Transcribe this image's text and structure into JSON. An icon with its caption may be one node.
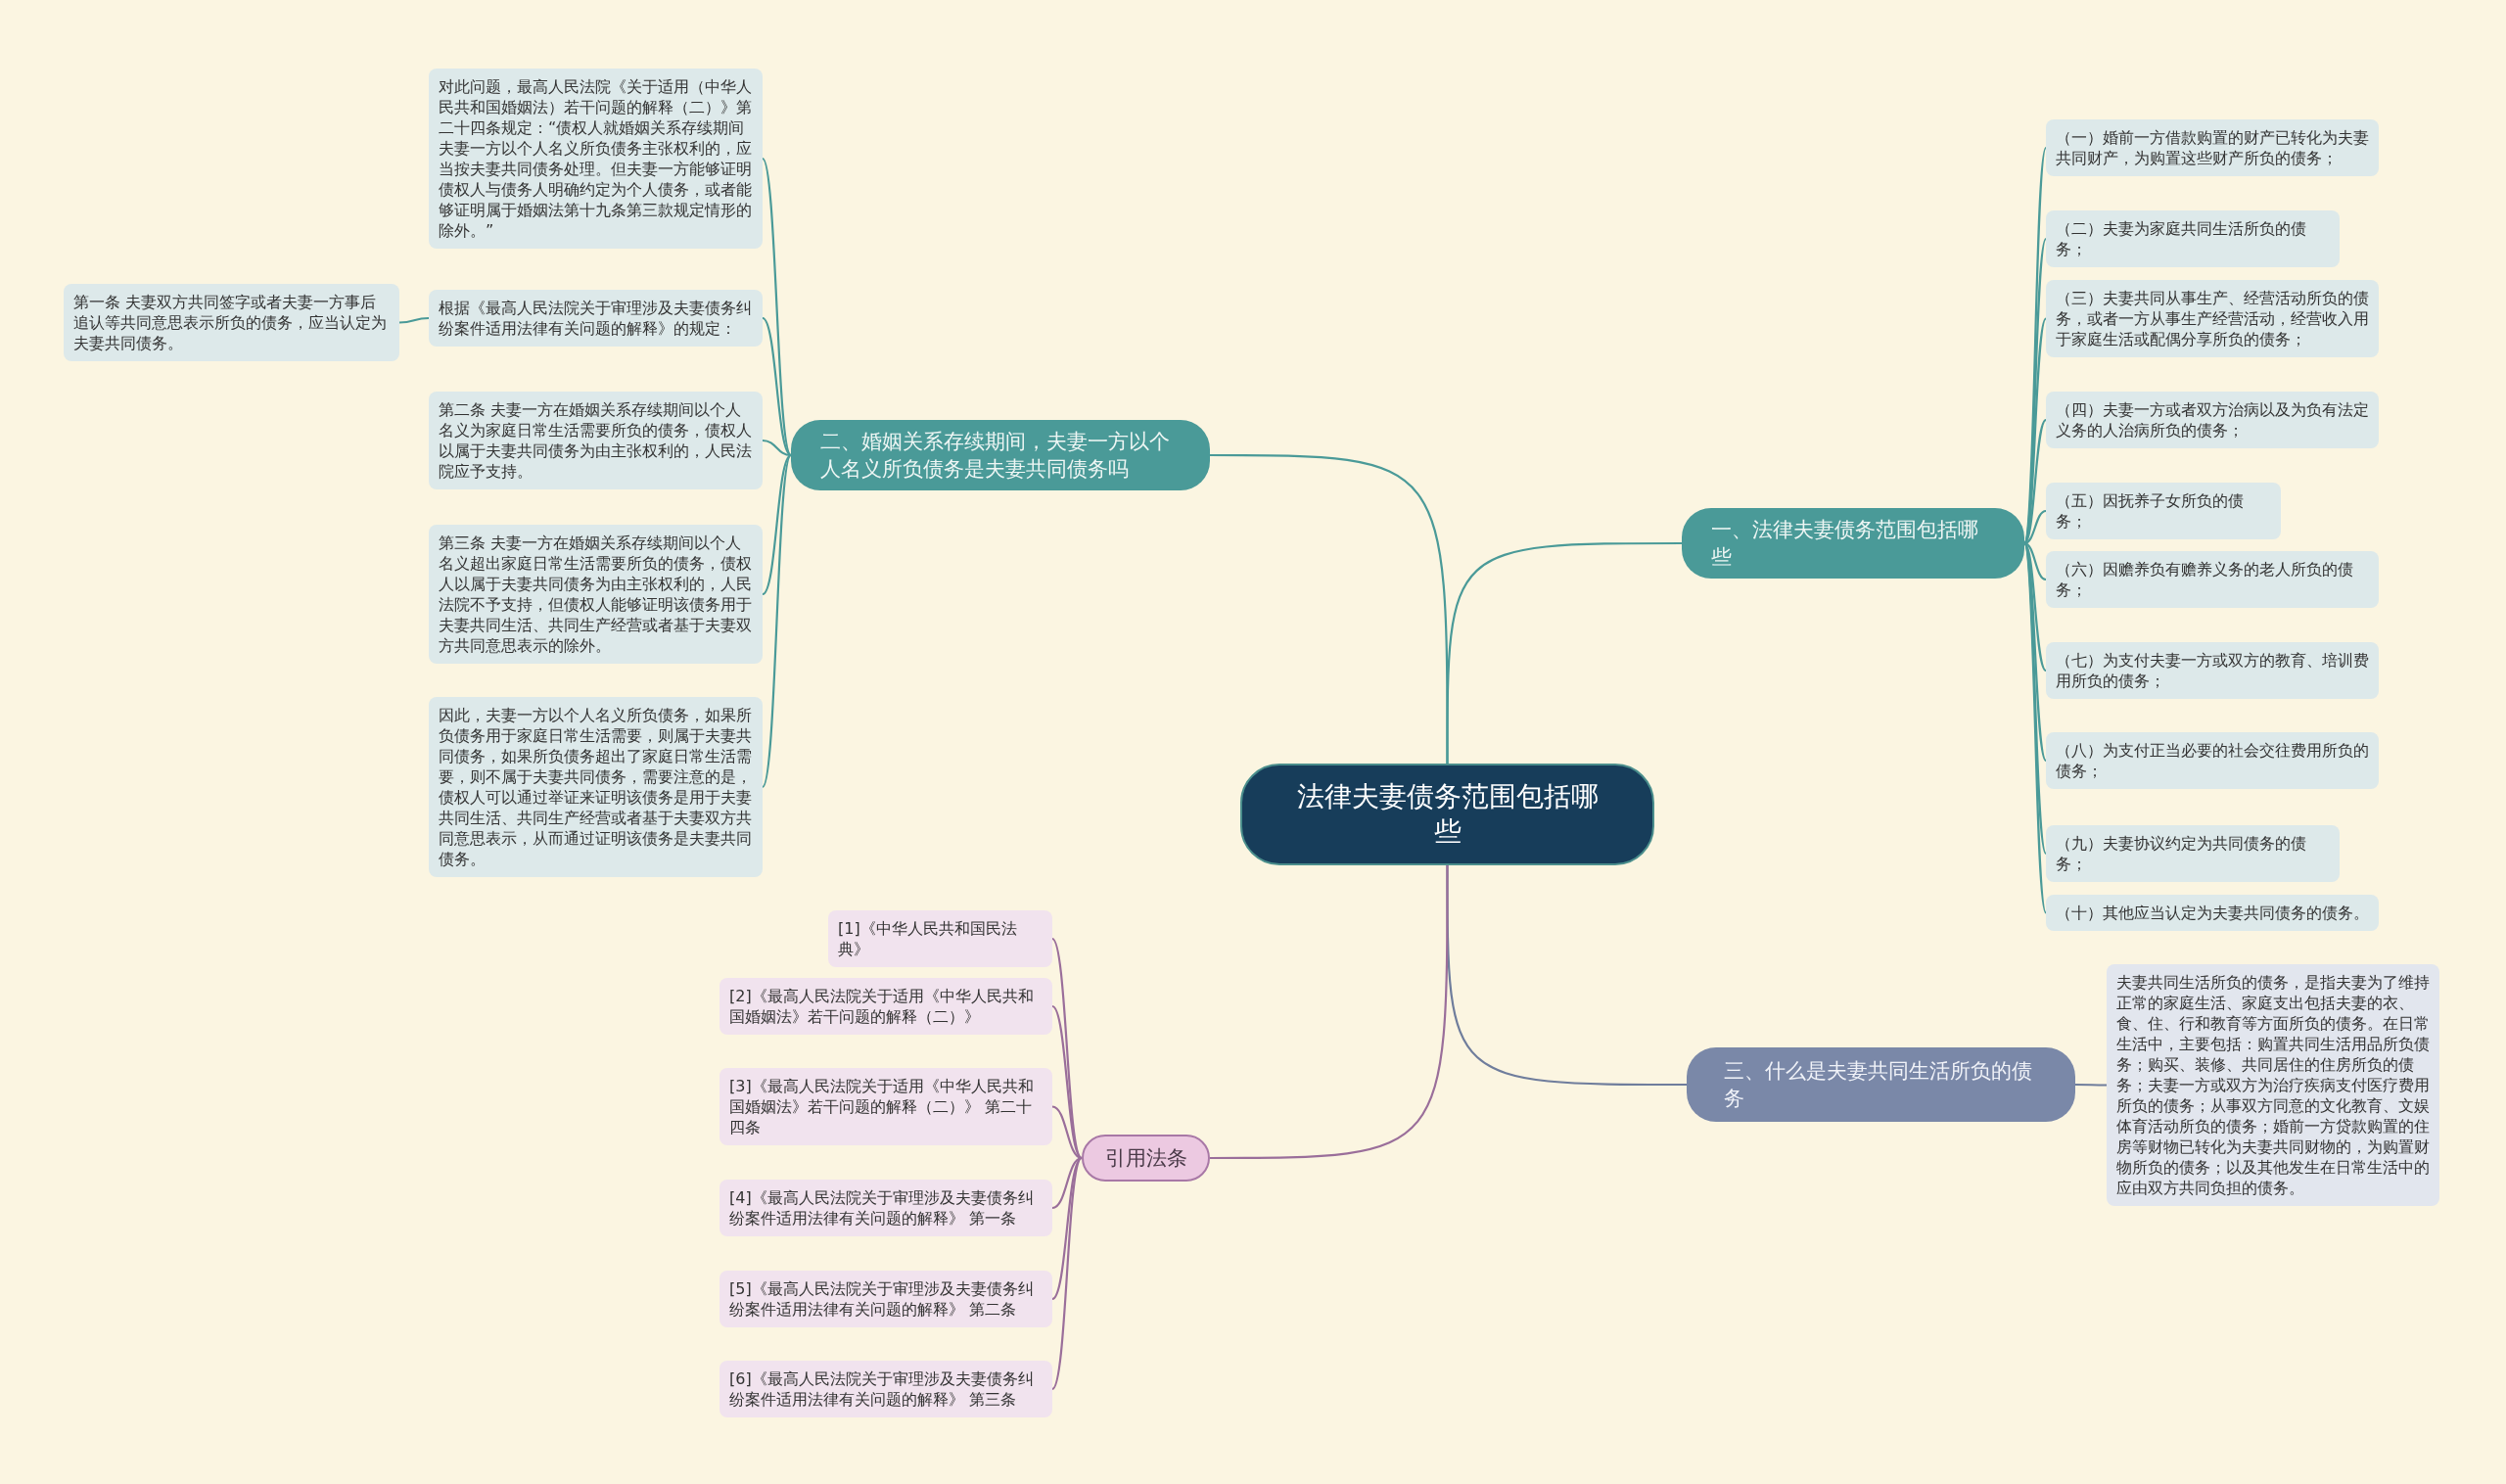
{
  "diagram": {
    "nodes": [
      {
        "text": [
          "法律夫妻债务范围包括哪些"
        ]
      },
      {
        "text": [
          "二、婚姻关系存续期间，夫妻一方以个人名义所负债务是夫妻共同债务吗"
        ]
      },
      {
        "text": [
          "对此问题，最高人民法院《关于适用（中华人民共和国婚姻法）若干问题的解释（二）》第二十四条规定：“债权人就婚姻关系存续期间夫妻一方以个人名义所负债务主张权利的，应当按夫妻共同债务处理。但夫妻一方能够证明债权人与债务人明确约定为个人债务，或者能够证明属于婚姻法第十九条第三款规定情形的除外。”"
        ]
      },
      {
        "text": [
          "根据《最高人民法院关于审理涉及夫妻债务纠纷案件适用法律有关问题的解释》的规定："
        ]
      },
      {
        "text": [
          "第二条 夫妻一方在婚姻关系存续期间以个人名义为家庭日常生活需要所负的债务，债权人以属于夫妻共同债务为由主张权利的，人民法院应予支持。"
        ]
      },
      {
        "text": [
          "第三条 夫妻一方在婚姻关系存续期间以个人名义超出家庭日常生活需要所负的债务，债权人以属于夫妻共同债务为由主张权利的，人民法院不予支持，但债权人能够证明该债务用于夫妻共同生活、共同生产经营或者基于夫妻双方共同意思表示的除外。"
        ]
      },
      {
        "text": [
          "因此，夫妻一方以个人名义所负债务，如果所负债务用于家庭日常生活需要，则属于夫妻共同债务，如果所负债务超出了家庭日常生活需要，则不属于夫妻共同债务，需要注意的是，债权人可以通过举证来证明该债务是用于夫妻共同生活、共同生产经营或者基于夫妻双方共同意思表示，从而通过证明该债务是夫妻共同债务。"
        ]
      },
      {
        "text": [
          "第一条 夫妻双方共同签字或者夫妻一方事后追认等共同意思表示所负的债务，应当认定为夫妻共同债务。"
        ]
      },
      {
        "text": [
          "一、法律夫妻债务范围包括哪些"
        ]
      },
      {
        "text": [
          "（一）婚前一方借款购置的财产已转化为夫妻共同财产，为购置这些财产所负的债务；"
        ]
      },
      {
        "text": [
          "（二）夫妻为家庭共同生活所负的债务；"
        ]
      },
      {
        "text": [
          "（三）夫妻共同从事生产、经营活动所负的债务，或者一方从事生产经营活动，经营收入用于家庭生活或配偶分享所负的债务；"
        ]
      },
      {
        "text": [
          "（四）夫妻一方或者双方治病以及为负有法定义务的人治病所负的债务；"
        ]
      },
      {
        "text": [
          "（五）因抚养子女所负的债务；"
        ]
      },
      {
        "text": [
          "（六）因赡养负有赡养义务的老人所负的债务；"
        ]
      },
      {
        "text": [
          "（七）为支付夫妻一方或双方的教育、培训费用所负的债务；"
        ]
      },
      {
        "text": [
          "（八）为支付正当必要的社会交往费用所负的债务；"
        ]
      },
      {
        "text": [
          "（九）夫妻协议约定为共同债务的债务；"
        ]
      },
      {
        "text": [
          "（十）其他应当认定为夫妻共同债务的债务。"
        ]
      },
      {
        "text": [
          "三、什么是夫妻共同生活所负的债务"
        ]
      },
      {
        "text": [
          "夫妻共同生活所负的债务，是指夫妻为了维持正常的家庭生活、家庭支出包括夫妻的衣、食、住、行和教育等方面所负的债务。在日常生活中，主要包括：购置共同生活用品所负债务；购买、装修、共同居住的住房所负的债务；夫妻一方或双方为治疗疾病支付医疗费用所负的债务；从事双方同意的文化教育、文娱体育活动所负的债务；婚前一方贷款购置的住房等财物已转化为夫妻共同财物的，为购置财物所负的债务；以及其他发生在日常生活中的应由双方共同负担的债务。"
        ]
      },
      {
        "text": [
          "引用法条"
        ]
      },
      {
        "text": [
          "[1]《中华人民共和国民法典》"
        ]
      },
      {
        "text": [
          "[2]《最高人民法院关于适用《中华人民共和国婚姻法》若干问题的解释（二）》"
        ]
      },
      {
        "text": [
          "[3]《最高人民法院关于适用《中华人民共和国婚姻法》若干问题的解释（二）》 第二十四条"
        ]
      },
      {
        "text": [
          "[4]《最高人民法院关于审理涉及夫妻债务纠纷案件适用法律有关问题的解释》 第一条"
        ]
      },
      {
        "text": [
          "[5]《最高人民法院关于审理涉及夫妻债务纠纷案件适用法律有关问题的解释》 第二条"
        ]
      },
      {
        "text": [
          "[6]《最高人民法院关于审理涉及夫妻债务纠纷案件适用法律有关问题的解释》 第三条"
        ]
      }
    ],
    "edges": [
      {
        "from": 0,
        "to": 1,
        "arrow": "none"
      },
      {
        "from": 1,
        "to": 2,
        "arrow": "none"
      },
      {
        "from": 1,
        "to": 3,
        "arrow": "none"
      },
      {
        "from": 1,
        "to": 4,
        "arrow": "none"
      },
      {
        "from": 1,
        "to": 5,
        "arrow": "none"
      },
      {
        "from": 1,
        "to": 6,
        "arrow": "none"
      },
      {
        "from": 3,
        "to": 7,
        "arrow": "none"
      },
      {
        "from": 0,
        "to": 8,
        "arrow": "none"
      },
      {
        "from": 8,
        "to": 9,
        "arrow": "none"
      },
      {
        "from": 8,
        "to": 10,
        "arrow": "none"
      },
      {
        "from": 8,
        "to": 11,
        "arrow": "none"
      },
      {
        "from": 8,
        "to": 12,
        "arrow": "none"
      },
      {
        "from": 8,
        "to": 13,
        "arrow": "none"
      },
      {
        "from": 8,
        "to": 14,
        "arrow": "none"
      },
      {
        "from": 8,
        "to": 15,
        "arrow": "none"
      },
      {
        "from": 8,
        "to": 16,
        "arrow": "none"
      },
      {
        "from": 8,
        "to": 17,
        "arrow": "none"
      },
      {
        "from": 8,
        "to": 18,
        "arrow": "none"
      },
      {
        "from": 0,
        "to": 19,
        "arrow": "none",
        "color": "#6f7d9c"
      },
      {
        "from": 19,
        "to": 20,
        "arrow": "none",
        "color": "#6f7d9c"
      },
      {
        "from": 0,
        "to": 21,
        "arrow": "none",
        "color": "#9a6e9a"
      },
      {
        "from": 21,
        "to": 22,
        "arrow": "none",
        "color": "#9a6e9a"
      },
      {
        "from": 21,
        "to": 23,
        "arrow": "none",
        "color": "#9a6e9a"
      },
      {
        "from": 21,
        "to": 24,
        "arrow": "none",
        "color": "#9a6e9a"
      },
      {
        "from": 21,
        "to": 25,
        "arrow": "none",
        "color": "#9a6e9a"
      },
      {
        "from": 21,
        "to": 26,
        "arrow": "none",
        "color": "#9a6e9a"
      },
      {
        "from": 21,
        "to": 27,
        "arrow": "none",
        "color": "#9a6e9a"
      }
    ]
  }
}
